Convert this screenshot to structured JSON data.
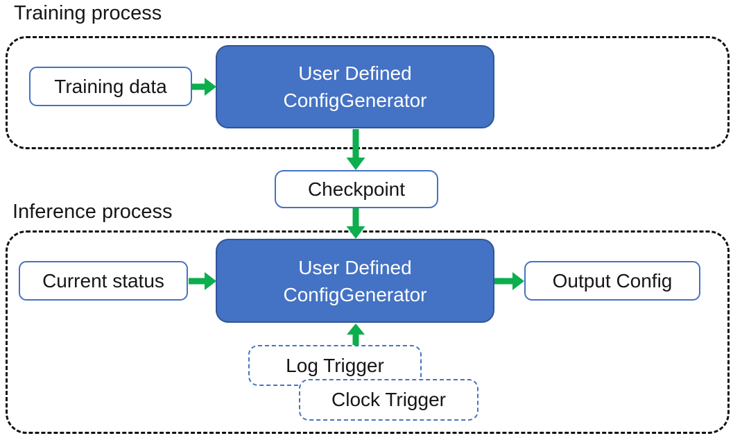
{
  "training": {
    "heading": "Training process",
    "input_label": "Training data",
    "generator_line1": "User Defined",
    "generator_line2": "ConfigGenerator"
  },
  "checkpoint_label": "Checkpoint",
  "inference": {
    "heading": "Inference process",
    "input_label": "Current status",
    "generator_line1": "User Defined",
    "generator_line2": "ConfigGenerator",
    "output_label": "Output Config",
    "triggers": [
      {
        "label": "Log Trigger"
      },
      {
        "label": "Clock Trigger"
      }
    ]
  },
  "colors": {
    "generator_fill": "#4472C4",
    "generator_border": "#2F5597",
    "io_box_border": "#4472C4",
    "trigger_dash_border": "#4472C4",
    "arrow_green": "#0CAE4D",
    "container_dash": "#111111",
    "heading_text": "#161616",
    "generator_text": "#FFFFFF"
  }
}
